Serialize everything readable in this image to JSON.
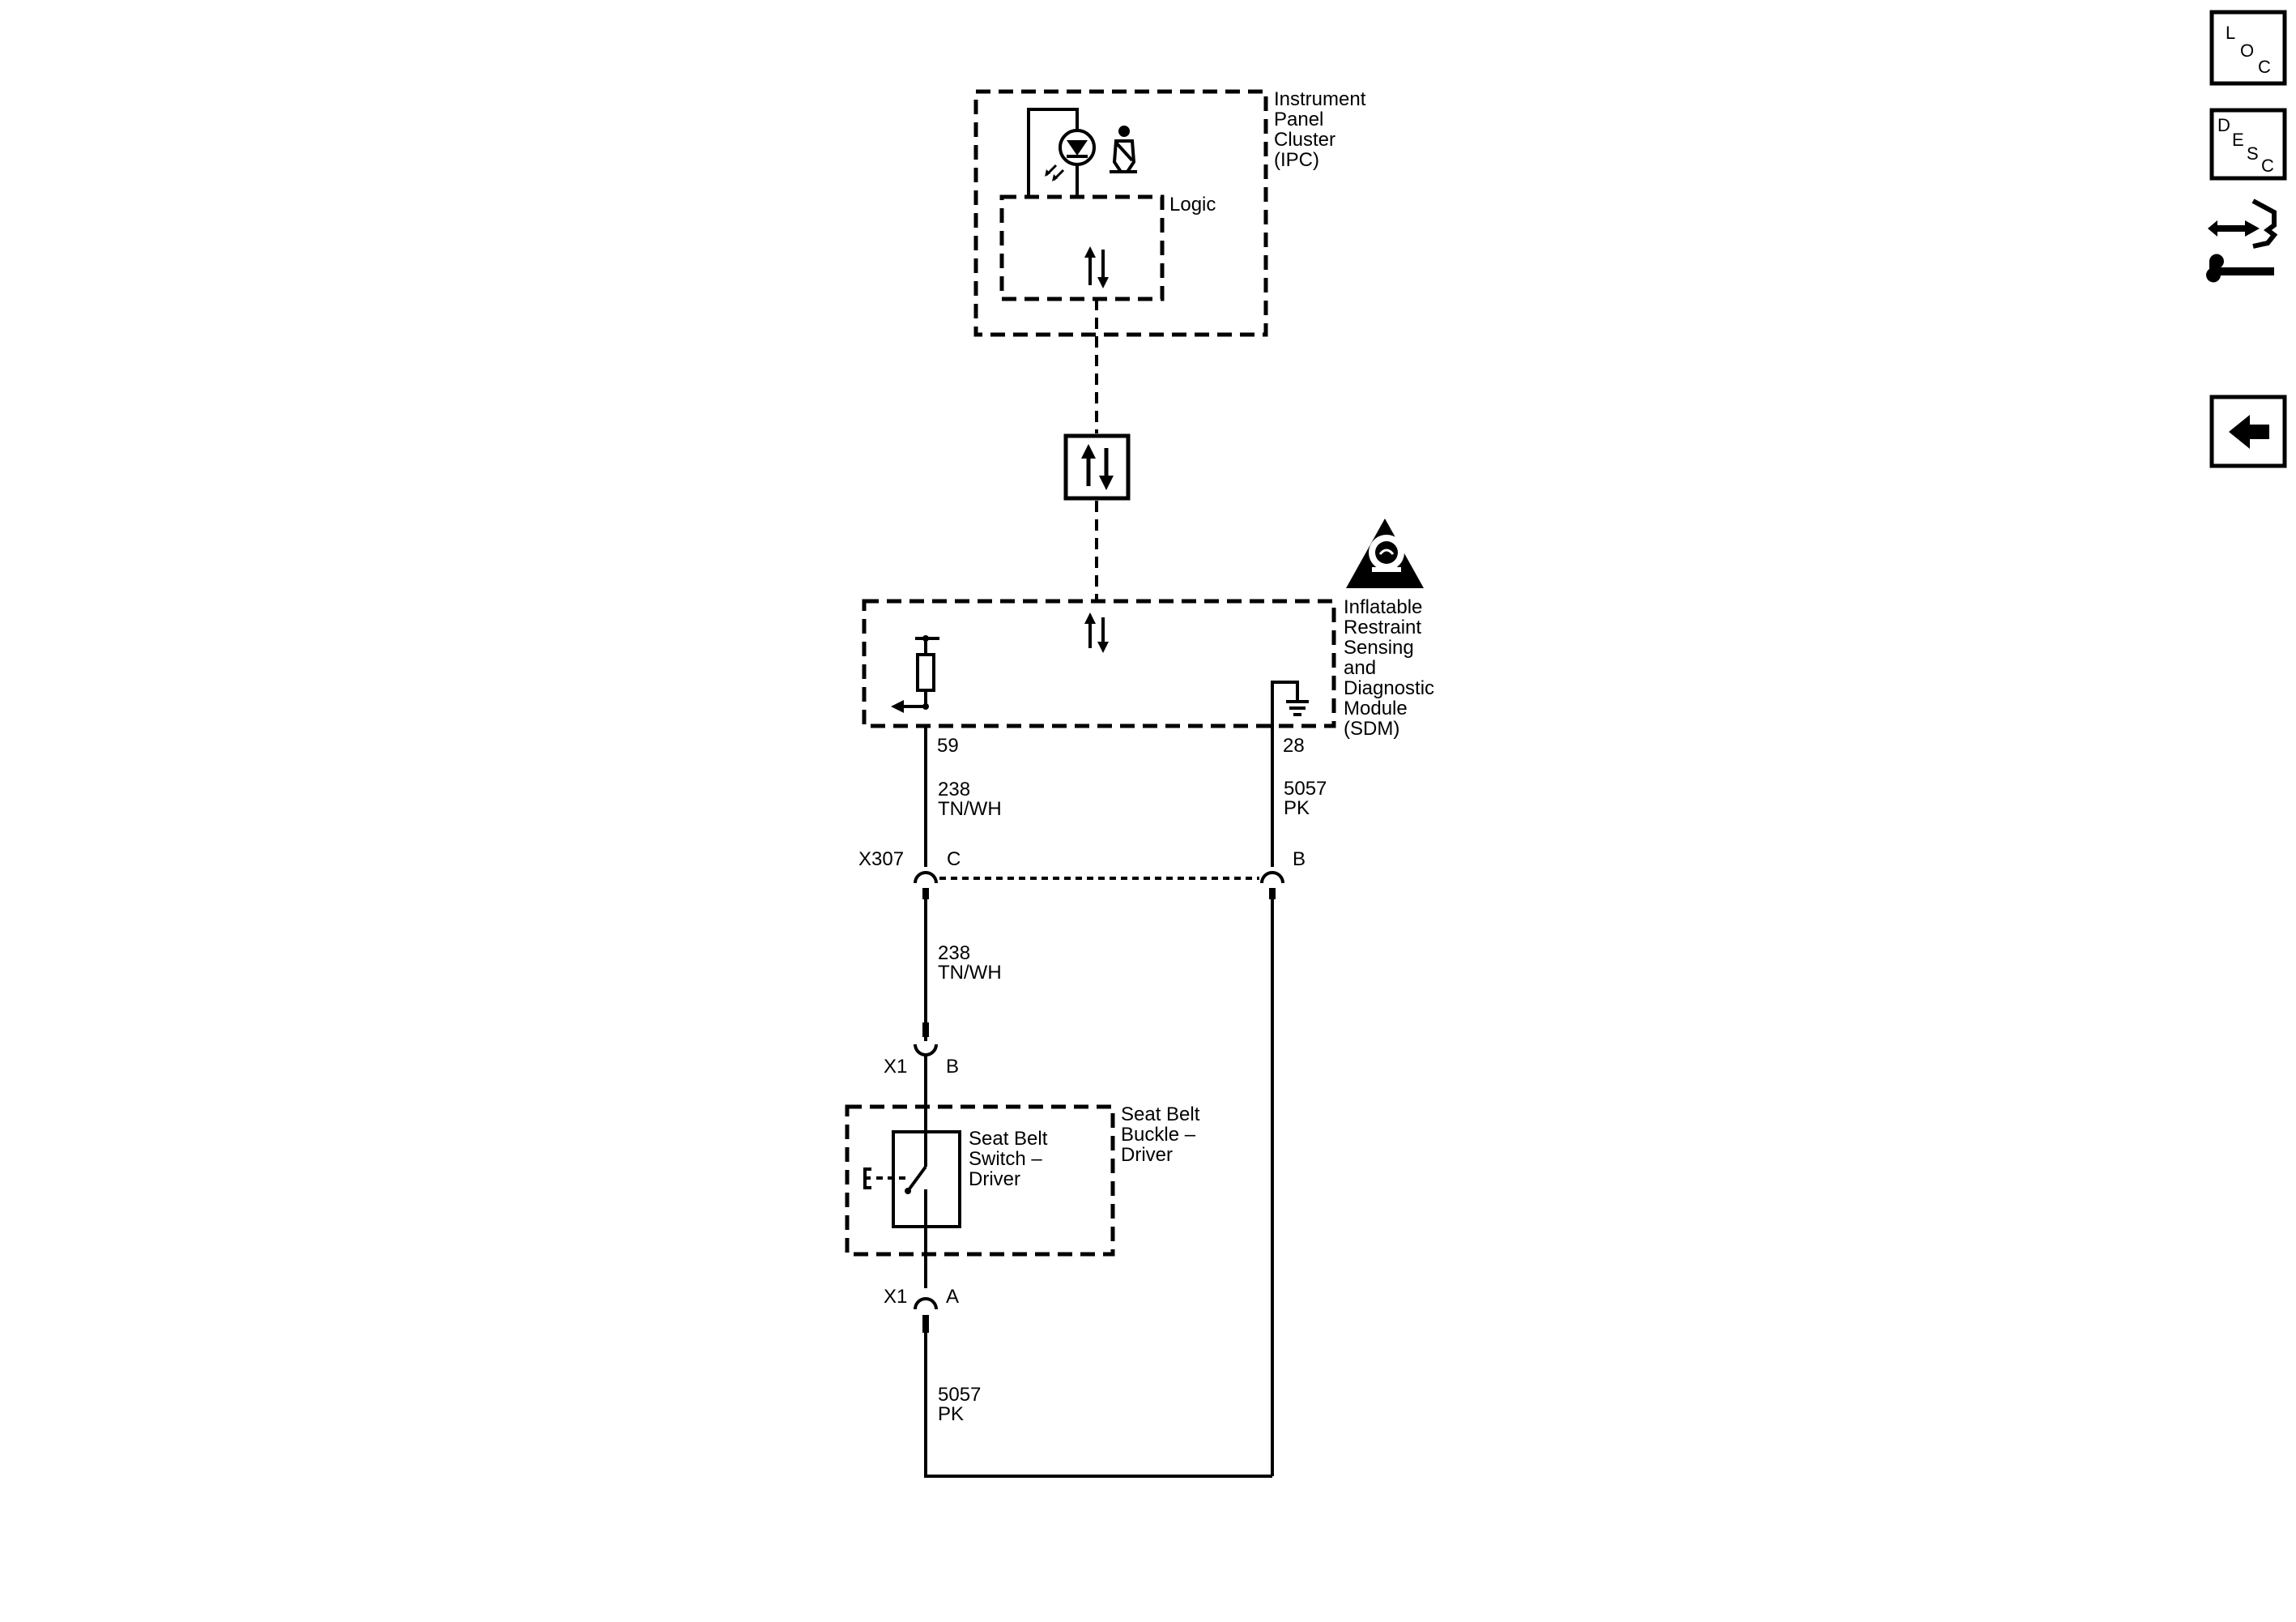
{
  "components": {
    "ipc": {
      "lines": [
        "Instrument",
        "Panel",
        "Cluster",
        "(IPC)"
      ],
      "logic": "Logic"
    },
    "sdm": {
      "lines": [
        "Inflatable",
        "Restraint",
        "Sensing",
        "and",
        "Diagnostic",
        "Module",
        "(SDM)"
      ]
    },
    "buckle": {
      "lines": [
        "Seat Belt",
        "Buckle –",
        "Driver"
      ]
    },
    "switch": {
      "lines": [
        "Seat Belt",
        "Switch –",
        "Driver"
      ]
    }
  },
  "pins": {
    "sdm_left": "59",
    "sdm_right": "28"
  },
  "connectors": {
    "x307": {
      "name": "X307",
      "left_cavity": "C",
      "right_cavity": "B"
    },
    "x1_top": {
      "name": "X1",
      "cavity": "B"
    },
    "x1_bottom": {
      "name": "X1",
      "cavity": "A"
    }
  },
  "wires": {
    "w1": {
      "circuit": "238",
      "color": "TN/WH"
    },
    "w2": {
      "circuit": "5057",
      "color": "PK"
    },
    "w3": {
      "circuit": "238",
      "color": "TN/WH"
    },
    "w4": {
      "circuit": "5057",
      "color": "PK"
    }
  },
  "nav": {
    "loc": [
      "L",
      "O",
      "C"
    ],
    "desc": [
      "D",
      "E",
      "S",
      "C"
    ],
    "icons": [
      "connector-tool-icon",
      "back-arrow-icon"
    ]
  }
}
